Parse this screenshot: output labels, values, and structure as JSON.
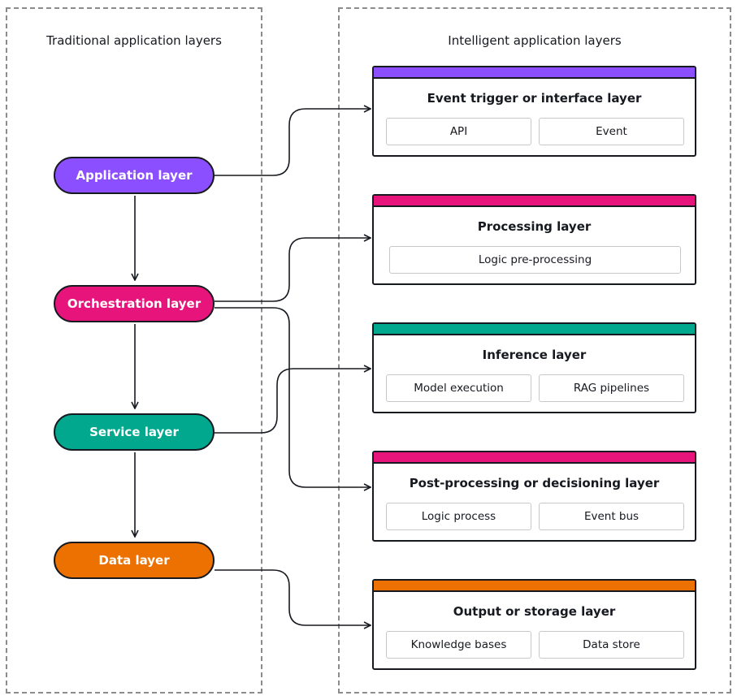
{
  "left_panel": {
    "title": "Traditional application layers"
  },
  "right_panel": {
    "title": "Intelligent application layers"
  },
  "traditional_layers": [
    {
      "label": "Application layer",
      "color": "#8c4fff"
    },
    {
      "label": "Orchestration layer",
      "color": "#e7157b"
    },
    {
      "label": "Service layer",
      "color": "#01a88d"
    },
    {
      "label": "Data layer",
      "color": "#ed7100"
    }
  ],
  "intelligent_layers": [
    {
      "title": "Event trigger or interface layer",
      "color": "#8c4fff",
      "items": [
        "API",
        "Event"
      ]
    },
    {
      "title": "Processing layer",
      "color": "#e7157b",
      "items": [
        "Logic pre-processing"
      ]
    },
    {
      "title": "Inference layer",
      "color": "#01a88d",
      "items": [
        "Model execution",
        "RAG pipelines"
      ]
    },
    {
      "title": "Post-processing or decisioning layer",
      "color": "#e7157b",
      "items": [
        "Logic process",
        "Event bus"
      ]
    },
    {
      "title": "Output or storage layer",
      "color": "#ed7100",
      "items": [
        "Knowledge bases",
        "Data store"
      ]
    }
  ]
}
